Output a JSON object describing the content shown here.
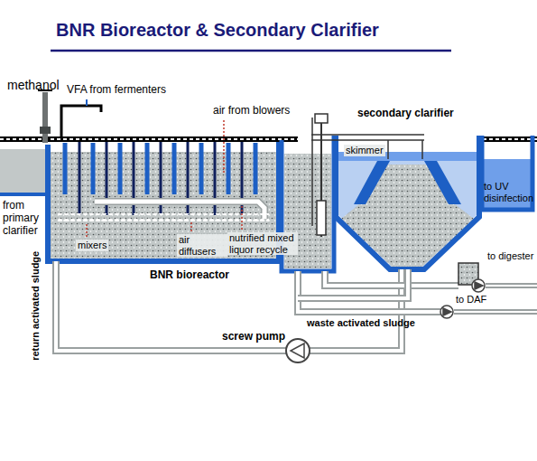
{
  "diagram": {
    "title": "BNR Bioreactor & Secondary Clarifier",
    "labels": [
      "methanol",
      "VFA from fermenters",
      "air from blowers",
      "secondary clarifier",
      "skimmer",
      "from primary clarifier",
      "to UV disinfection",
      "mixers",
      "air diffusers",
      "nutrified mixed liquor recycle",
      "BNR bioreactor",
      "to digester",
      "return activated sludge",
      "to DAF",
      "waste activated sludge",
      "screw pump"
    ]
  }
}
